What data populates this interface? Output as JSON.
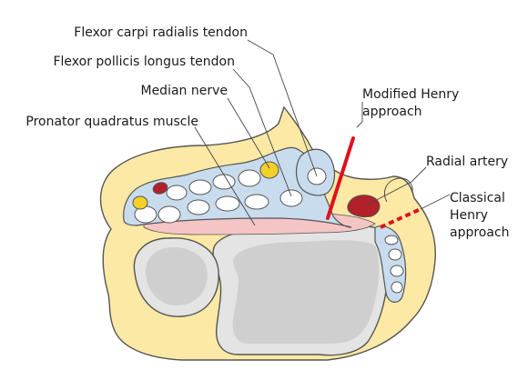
{
  "labels": {
    "fcr_tendon": "Flexor carpi radialis tendon",
    "fpl_tendon": "Flexor pollicis longus tendon",
    "median_nerve": "Median nerve",
    "pq_muscle": "Pronator quadratus muscle",
    "modified_henry": [
      "Modified Henry",
      "approach"
    ],
    "radial_artery": "Radial artery",
    "classical_henry": [
      "Classical",
      "Henry",
      "approach"
    ]
  },
  "colors": {
    "skin_fill": "#fbe9a5",
    "outline": "#555555",
    "sheath_fill": "#c9dcee",
    "tendon_fill": "#ffffff",
    "bone_fill": "#e4e4e4",
    "bone_inner": "#cfcfcf",
    "nerve_fill": "#f3d02a",
    "artery_fill": "#b3202a",
    "muscle_fill": "#f5c4c4",
    "approach_line": "#e0101c"
  }
}
